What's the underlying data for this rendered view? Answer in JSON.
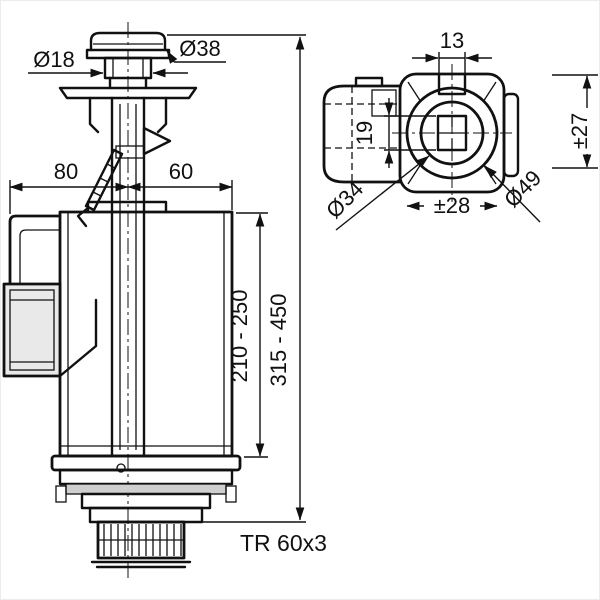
{
  "colors": {
    "ink": "#111111",
    "background": "#ffffff",
    "light_fill": "#e9e9e9"
  },
  "front_view": {
    "title": "flush-valve-front-view",
    "dims": {
      "button_stem_diameter": "Ø18",
      "button_cap_diameter": "Ø38",
      "offset_left": "80",
      "offset_right": "60",
      "tube_height_range": "210 - 250",
      "total_height_range": "315 - 450",
      "thread_spec": "TR 60x3"
    }
  },
  "side_view": {
    "title": "base-valve-side-view",
    "dims": {
      "slot_width": "13",
      "socket_height": "19",
      "vertical_tolerance": "±27",
      "inner_diameter": "Ø34",
      "horizontal_tolerance": "±28",
      "outer_diameter": "Ø49"
    }
  }
}
